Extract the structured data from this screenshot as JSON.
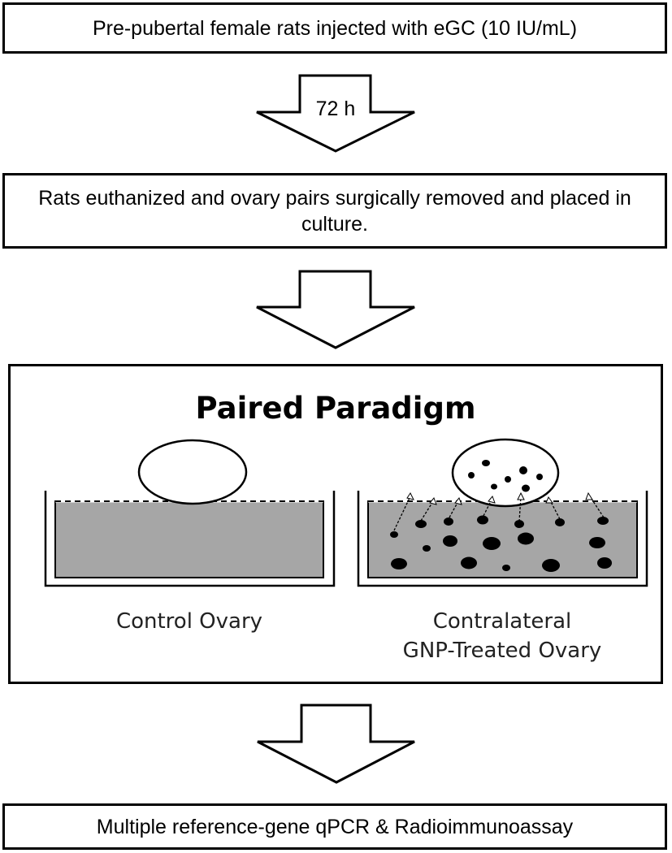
{
  "steps": [
    {
      "text": "Pre-pubertal female rats injected with eGC (10 IU/mL)"
    },
    {
      "text": "Rats euthanized and ovary pairs surgically removed and placed in culture."
    },
    {
      "text": "Multiple reference-gene qPCR & Radioimmunoassay"
    }
  ],
  "arrows": [
    {
      "label": "72 h"
    },
    {
      "label": ""
    },
    {
      "label": ""
    }
  ],
  "paradigm": {
    "title": "Paired Paradigm",
    "control_label": "Control Ovary",
    "treated_label_line1": "Contralateral",
    "treated_label_line2": "GNP-Treated Ovary"
  },
  "colors": {
    "medium": "#a6a6a6",
    "stroke": "#000000",
    "background": "#ffffff"
  },
  "icons": {
    "flow_arrow": "down-arrow-icon",
    "ovary": "ovary-icon",
    "culture_well": "culture-well-icon",
    "nanoparticle": "nanoparticle-dot-icon"
  }
}
